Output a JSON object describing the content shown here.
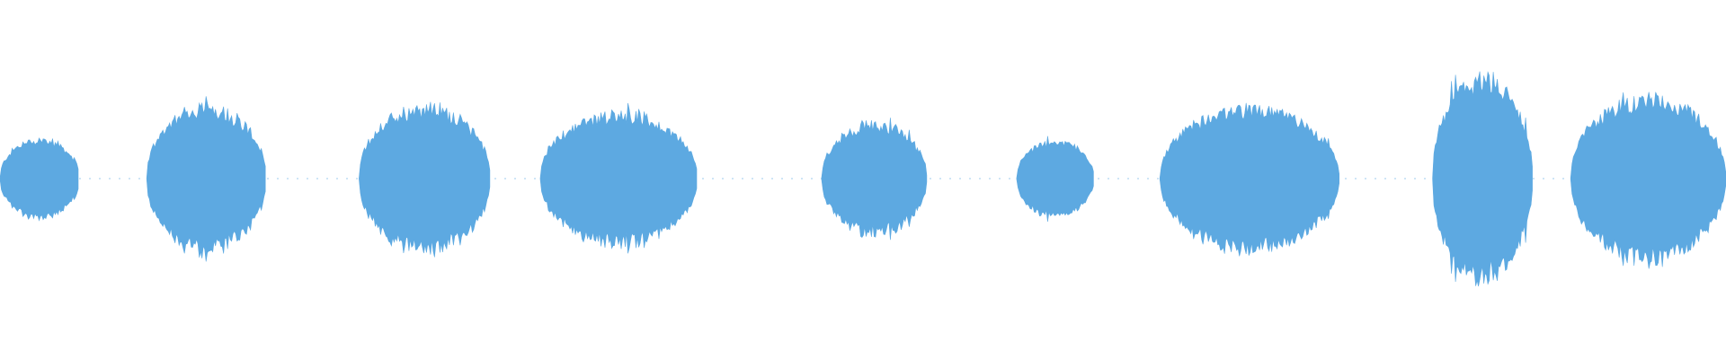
{
  "waveform": {
    "color": "#5DA9E1",
    "background": "#FFFFFF",
    "segments": [
      {
        "id": "segment-1",
        "start": 0.0,
        "end": 0.046,
        "peak": 0.23
      },
      {
        "id": "segment-2",
        "start": 0.085,
        "end": 0.154,
        "peak": 0.42
      },
      {
        "id": "segment-3",
        "start": 0.208,
        "end": 0.284,
        "peak": 0.42
      },
      {
        "id": "segment-4",
        "start": 0.313,
        "end": 0.404,
        "peak": 0.38
      },
      {
        "id": "segment-5",
        "start": 0.476,
        "end": 0.537,
        "peak": 0.32
      },
      {
        "id": "segment-6",
        "start": 0.589,
        "end": 0.634,
        "peak": 0.22
      },
      {
        "id": "segment-7",
        "start": 0.672,
        "end": 0.776,
        "peak": 0.41
      },
      {
        "id": "segment-8",
        "start": 0.83,
        "end": 0.888,
        "peak": 0.58
      },
      {
        "id": "segment-9",
        "start": 0.91,
        "end": 1.0,
        "peak": 0.47
      }
    ]
  }
}
